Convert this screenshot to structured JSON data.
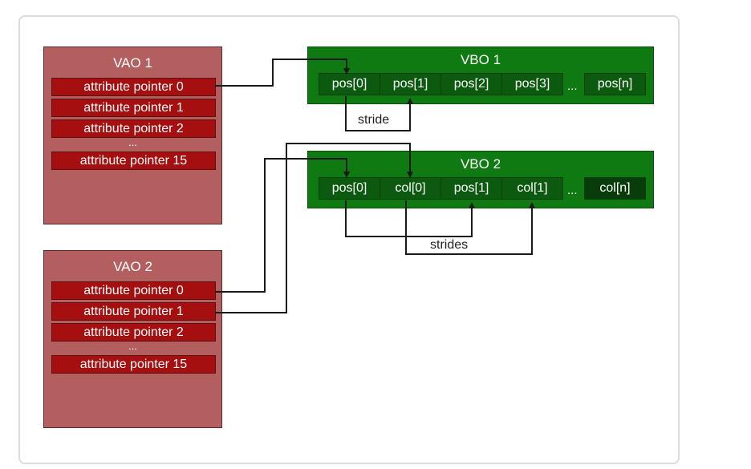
{
  "vaos": [
    {
      "title": "VAO 1",
      "pointers": [
        "attribute pointer 0",
        "attribute pointer 1",
        "attribute pointer 2"
      ],
      "ellipsis": "...",
      "last_pointer": "attribute pointer 15"
    },
    {
      "title": "VAO 2",
      "pointers": [
        "attribute pointer 0",
        "attribute pointer 1",
        "attribute pointer 2"
      ],
      "ellipsis": "...",
      "last_pointer": "attribute pointer 15"
    }
  ],
  "vbos": [
    {
      "title": "VBO 1",
      "cells": [
        "pos[0]",
        "pos[1]",
        "pos[2]",
        "pos[3]"
      ],
      "ellipsis": "...",
      "last_cell": "pos[n]"
    },
    {
      "title": "VBO 2",
      "cells": [
        "pos[0]",
        "col[0]",
        "pos[1]",
        "col[1]"
      ],
      "ellipsis": "...",
      "last_cell": "col[n]"
    }
  ],
  "labels": {
    "stride": "stride",
    "strides": "strides"
  },
  "colors": {
    "vao_bg": "#b45f5f",
    "attr_bg": "#a50f0f",
    "vbo_bg": "#0f7a12",
    "cell_bg": "#0c5a10",
    "line": "#1a1a1a"
  }
}
